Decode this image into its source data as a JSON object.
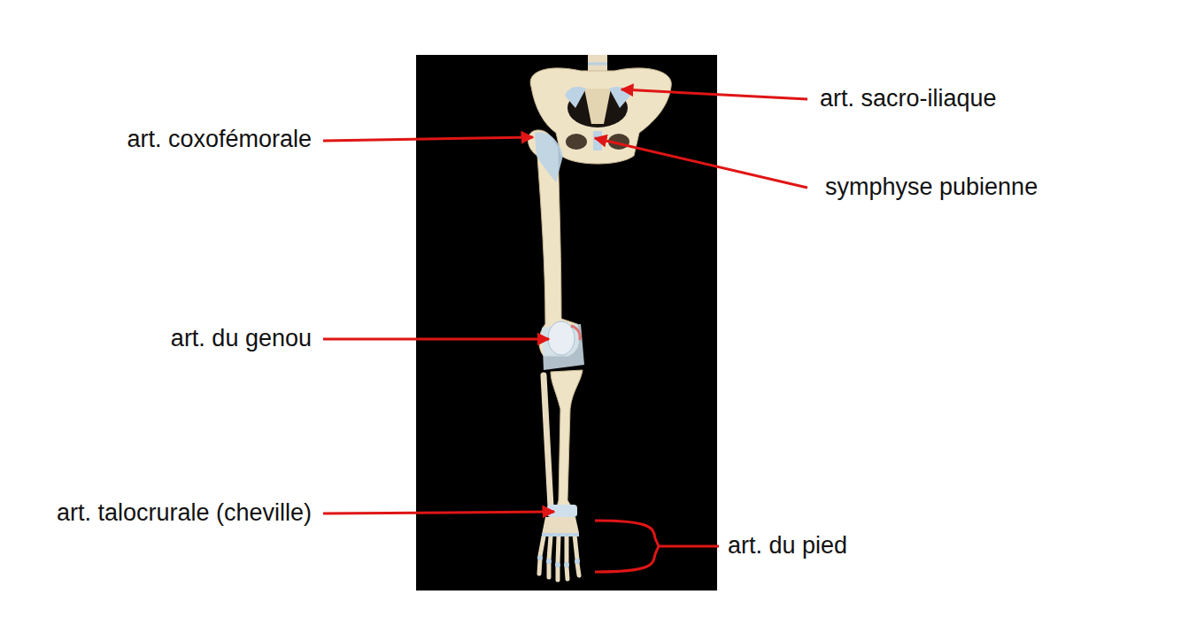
{
  "diagram": {
    "labels": [
      "art. sacro-iliaque",
      "art. coxofémorale",
      "symphyse pubienne",
      "art. du genou",
      "art. talocrurale (cheville)",
      "art. du pied"
    ]
  }
}
